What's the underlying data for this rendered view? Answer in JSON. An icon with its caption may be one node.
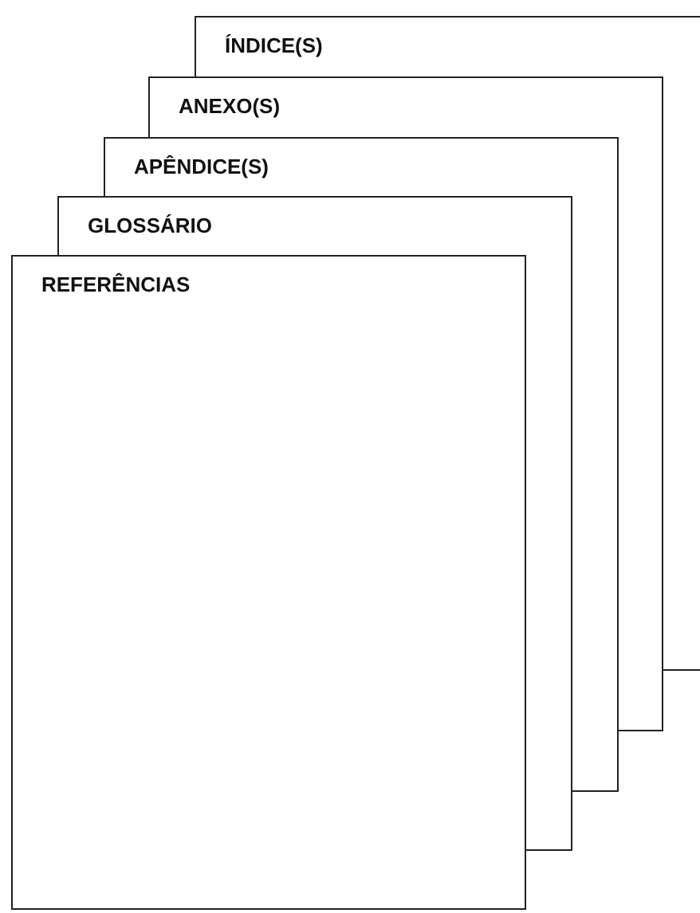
{
  "diagram": {
    "nodes": [
      {
        "text": [
          "ÍNDICE(S)"
        ]
      },
      {
        "text": [
          "ANEXO(S)"
        ]
      },
      {
        "text": [
          "APÊNDICE(S)"
        ]
      },
      {
        "text": [
          "GLOSSÁRIO"
        ]
      },
      {
        "text": [
          "REFERÊNCIAS"
        ]
      }
    ]
  }
}
